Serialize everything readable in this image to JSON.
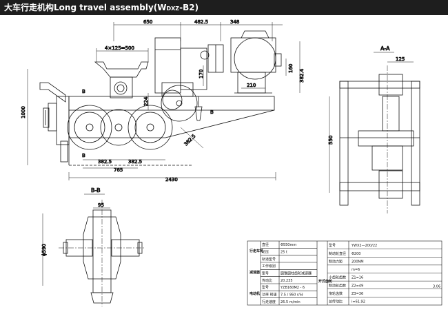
{
  "header": {
    "title_cn": "大车行走机构",
    "title_en": "Long travel assembly(W",
    "title_sub": "DXZ",
    "title_end": "-B2)"
  },
  "dims": {
    "d650": "650",
    "d4825_top": "482.5",
    "d348": "348",
    "d4x125": "4×125=500",
    "d170": "170",
    "d160": "160",
    "d3824_right": "382.4",
    "d210": "210",
    "d1000": "1000",
    "d224": "224",
    "d3825_diag": "382.5",
    "d3825_a": "382.5",
    "d3825_b": "382.5",
    "d765": "765",
    "d2430": "2430",
    "d125": "125",
    "d550": "550",
    "d95": "95",
    "d590": "ϕ590"
  },
  "labels": {
    "b_left": "B",
    "b_right": "B",
    "b_bottom": "B"
  },
  "sections": {
    "aa": "A-A",
    "bb": "B-B"
  },
  "spec_table": {
    "left": [
      {
        "name": "直径",
        "value": "Φ550mm"
      },
      {
        "name": "轮压",
        "value": "25 t"
      },
      {
        "name": "轨道型号",
        "value": ""
      },
      {
        "name": "工作级别",
        "value": ""
      },
      {
        "name": "型号",
        "value": "圆锥圆柱齿轮减速器"
      },
      {
        "name": "传动比",
        "value": "20.235"
      },
      {
        "name": "型号",
        "value": "YZB160M2 - 6"
      },
      {
        "name": "功率 转速",
        "value": "7.5 / 950 r/分"
      },
      {
        "name": "行走速度",
        "value": "26.5 m/min"
      }
    ],
    "left_groups": [
      "行走车轮",
      "减速器",
      "电动机"
    ],
    "right_groups": [
      "开式齿轮"
    ],
    "right": [
      {
        "name": "型号",
        "value": "YWX2—200/22"
      },
      {
        "name": "制动轮直径",
        "value": "Φ200"
      },
      {
        "name": "制动力矩",
        "value": "200NM"
      },
      {
        "name": "",
        "value": "m=6"
      },
      {
        "name": "小齿轮齿数",
        "value": "Z1=16"
      },
      {
        "name": "制动轮齿数",
        "value": "Z2=49"
      },
      {
        "name": "惰轮齿数",
        "value": "Z3=36"
      },
      {
        "name": "总传动比",
        "value": "i=61.92"
      }
    ],
    "ratio_extra": "3.06"
  }
}
